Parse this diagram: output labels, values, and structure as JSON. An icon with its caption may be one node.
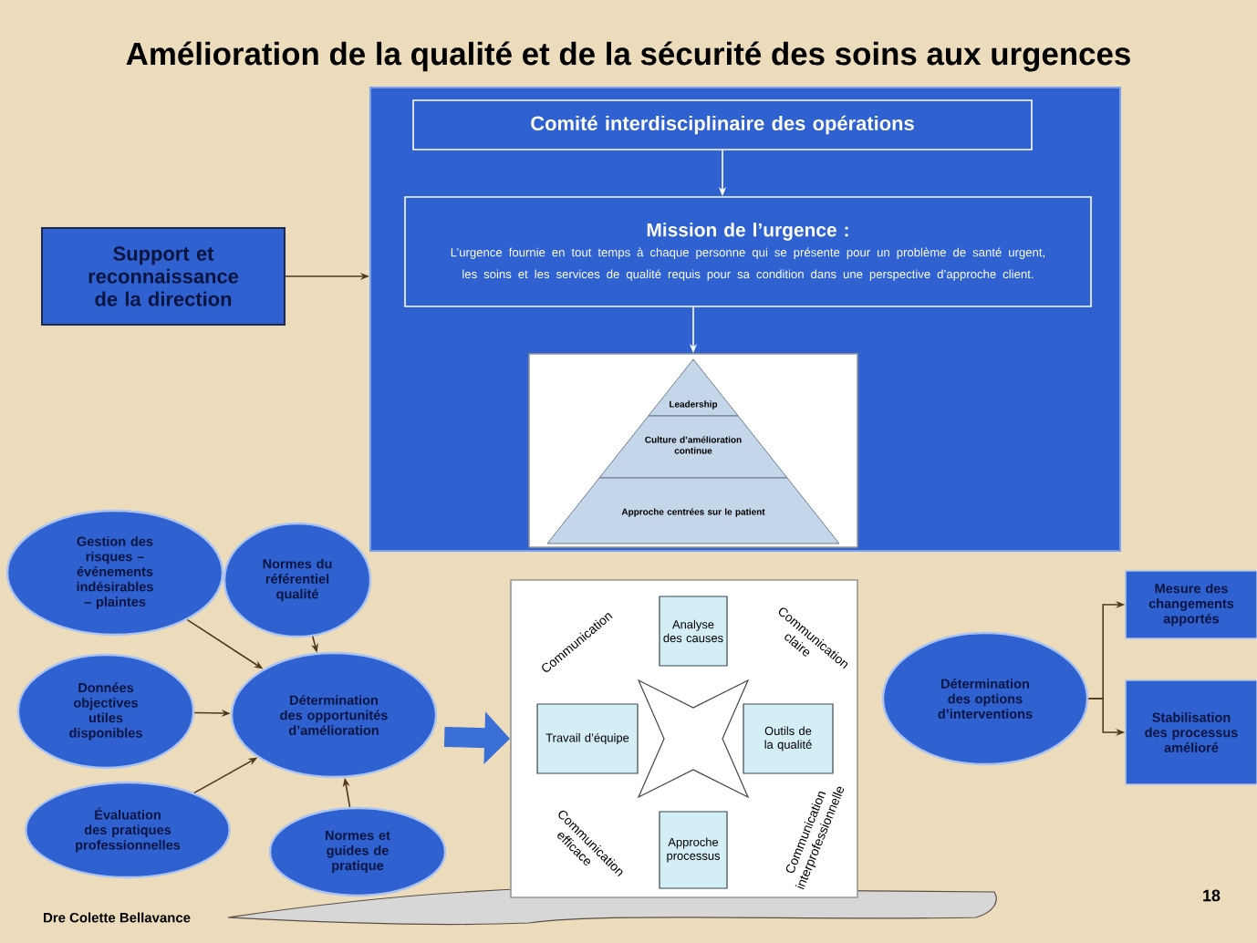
{
  "diagram": {
    "title": "Amélioration de la qualité et de la sécurité des soins aux urgences",
    "nodes": [
      {
        "text": [],
        "shape": "box"
      },
      {
        "text": [
          "Comité interdisciplinaire des opérations"
        ],
        "in": 0
      },
      {
        "text": [
          "Mission de l’urgence :",
          "L’urgence fournie en tout temps à chaque personne qui se présente pour un problème de santé urgent, les soins et les services de qualité requis pour sa condition dans une perspective d’approche client."
        ],
        "in": 0
      },
      {
        "text": [],
        "shape": "box",
        "in": 0
      },
      {
        "text": [
          "Leadership"
        ],
        "in": 3
      },
      {
        "text": [
          "Culture d’amélioration continue"
        ],
        "in": 3
      },
      {
        "text": [
          "Approche centrées sur le patient"
        ],
        "in": 3
      },
      {
        "text": [
          "Support et reconnaissance de la direction"
        ]
      },
      {
        "text": [
          "Gestion des risques – événements indésirables – plaintes"
        ]
      },
      {
        "text": [
          "Normes du référentiel qualité"
        ]
      },
      {
        "text": [
          "Données objectives utiles disponibles"
        ]
      },
      {
        "text": [
          "Détermination des opportunités d’amélioration"
        ]
      },
      {
        "text": [
          "Évaluation des pratiques professionnelles"
        ]
      },
      {
        "text": [
          "Normes et guides de pratique"
        ]
      },
      {
        "text": [],
        "shape": "box"
      },
      {
        "text": [
          "Analyse des causes"
        ],
        "in": 14
      },
      {
        "text": [
          "Travail d’équipe"
        ],
        "in": 14
      },
      {
        "text": [
          "Outils de la qualité"
        ],
        "in": 14
      },
      {
        "text": [
          "Approche processus"
        ],
        "in": 14
      },
      {
        "text": [
          "Détermination des options d’interventions"
        ]
      },
      {
        "text": [
          "Mesure des changements apportés"
        ]
      },
      {
        "text": [
          "Stabilisation des processus amélioré"
        ]
      }
    ],
    "edges": [
      {
        "from": 1,
        "to": 2,
        "arrow": "to",
        "color": "#ffffff"
      },
      {
        "from": 2,
        "to": 3,
        "arrow": "to",
        "color": "#ffffff"
      },
      {
        "from": 7,
        "to": 0,
        "arrow": "to"
      },
      {
        "from": 8,
        "to": 11,
        "arrow": "to"
      },
      {
        "from": 9,
        "to": 11,
        "arrow": "to"
      },
      {
        "from": 10,
        "to": 11,
        "arrow": "to"
      },
      {
        "from": 12,
        "to": 11,
        "arrow": "to"
      },
      {
        "from": 13,
        "to": 11,
        "arrow": "to"
      },
      {
        "from": 11,
        "to": 14,
        "arrow": "to",
        "style": "thick",
        "color": "#3a6fd8"
      },
      {
        "from": 19,
        "to": 20,
        "arrow": "to"
      },
      {
        "from": 19,
        "to": 21,
        "arrow": "to"
      }
    ],
    "labels": [
      "Communication",
      "Communication claire",
      "Communication efficace",
      "Communication interprofessionnelle",
      "18",
      "Dre Colette Bellavance"
    ]
  }
}
